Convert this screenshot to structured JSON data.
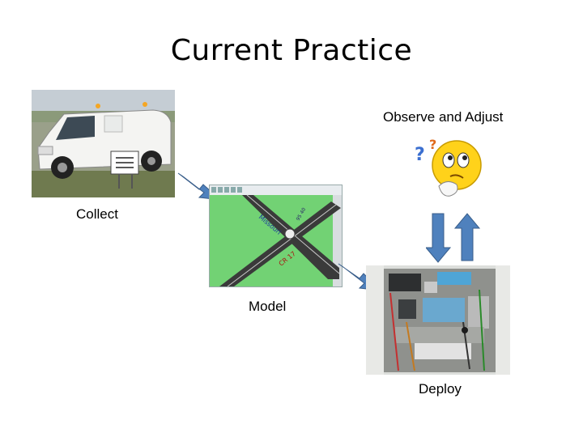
{
  "slide": {
    "title": "Current Practice",
    "labels": {
      "observe_adjust": "Observe and Adjust",
      "collect": "Collect",
      "model": "Model",
      "deploy": "Deploy"
    }
  },
  "images": {
    "van": "traffic-count-van-photo",
    "map": "traffic-model-map-screenshot",
    "cabinet": "signal-controller-cabinet-photo",
    "face": "thinking-face-emoticon"
  },
  "colors": {
    "arrow_fill": "#4f81bd",
    "arrow_stroke": "#385d8a",
    "map_green": "#72d274"
  }
}
